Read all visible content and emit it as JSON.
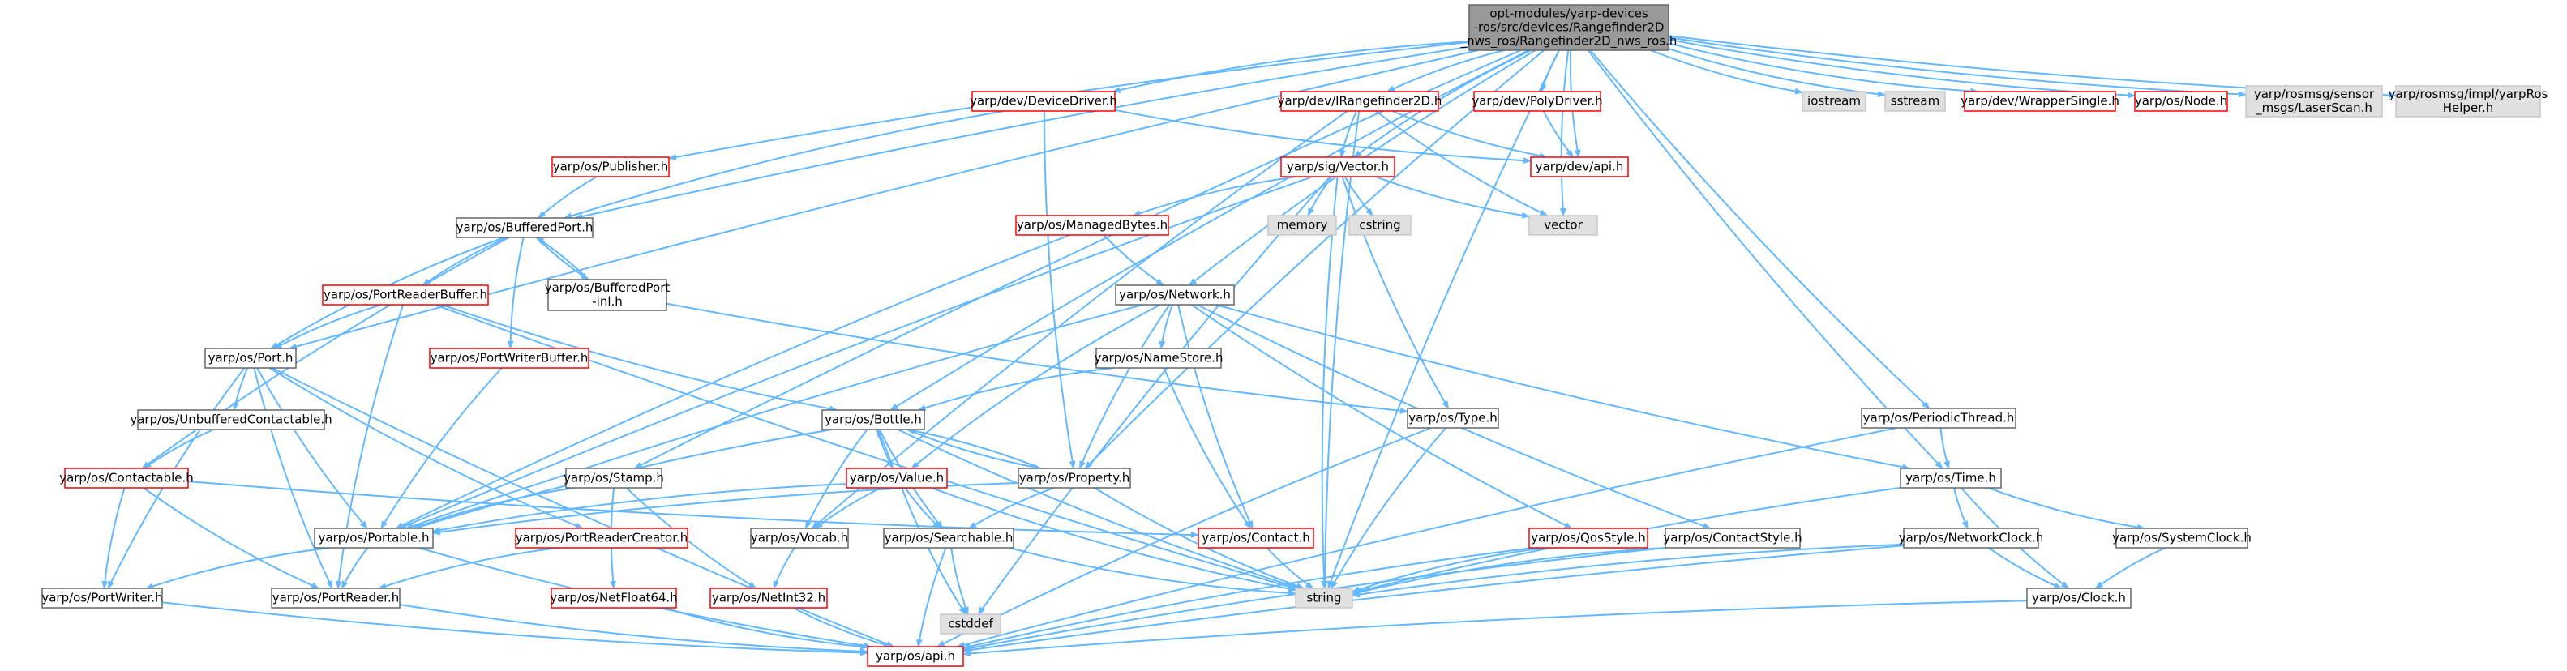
{
  "diagram": {
    "colors": {
      "edge": "#63b8ff",
      "normal_border": "#666666",
      "red_border": "#ff0000",
      "external_fill": "#e0e0e0",
      "root_fill": "#999999",
      "text": "#000000"
    },
    "nodes": [
      {
        "id": "root",
        "lines": [
          "opt-modules/yarp-devices",
          "-ros/src/devices/Rangefinder2D",
          "_nws_ros/Rangefinder2D_nws_ros.h"
        ],
        "style": "root"
      },
      {
        "id": "port",
        "lines": [
          "yarp/os/Port.h"
        ],
        "style": "normal"
      },
      {
        "id": "bufferedport",
        "lines": [
          "yarp/os/BufferedPort.h"
        ],
        "style": "normal"
      },
      {
        "id": "publisher",
        "lines": [
          "yarp/os/Publisher.h"
        ],
        "style": "red"
      },
      {
        "id": "stamp",
        "lines": [
          "yarp/os/Stamp.h"
        ],
        "style": "normal"
      },
      {
        "id": "bottle",
        "lines": [
          "yarp/os/Bottle.h"
        ],
        "style": "normal"
      },
      {
        "id": "property",
        "lines": [
          "yarp/os/Property.h"
        ],
        "style": "normal"
      },
      {
        "id": "devicedriver",
        "lines": [
          "yarp/dev/DeviceDriver.h"
        ],
        "style": "red"
      },
      {
        "id": "irangefinder",
        "lines": [
          "yarp/dev/IRangefinder2D.h"
        ],
        "style": "red"
      },
      {
        "id": "polydriver",
        "lines": [
          "yarp/dev/PolyDriver.h"
        ],
        "style": "red"
      },
      {
        "id": "devapi",
        "lines": [
          "yarp/dev/api.h"
        ],
        "style": "red"
      },
      {
        "id": "sigvector",
        "lines": [
          "yarp/sig/Vector.h"
        ],
        "style": "red"
      },
      {
        "id": "vector",
        "lines": [
          "vector"
        ],
        "style": "external"
      },
      {
        "id": "iostream",
        "lines": [
          "iostream"
        ],
        "style": "external"
      },
      {
        "id": "sstream",
        "lines": [
          "sstream"
        ],
        "style": "external"
      },
      {
        "id": "wrappersingle",
        "lines": [
          "yarp/dev/WrapperSingle.h"
        ],
        "style": "red"
      },
      {
        "id": "node",
        "lines": [
          "yarp/os/Node.h"
        ],
        "style": "red"
      },
      {
        "id": "laserscan",
        "lines": [
          "yarp/rosmsg/sensor",
          "_msgs/LaserScan.h"
        ],
        "style": "external"
      },
      {
        "id": "rosmsghelper",
        "lines": [
          "yarp/rosmsg/impl/yarpRos",
          "Helper.h"
        ],
        "style": "external"
      },
      {
        "id": "memory",
        "lines": [
          "memory"
        ],
        "style": "external"
      },
      {
        "id": "cstring",
        "lines": [
          "cstring"
        ],
        "style": "external"
      },
      {
        "id": "managedbytes",
        "lines": [
          "yarp/os/ManagedBytes.h"
        ],
        "style": "red"
      },
      {
        "id": "network",
        "lines": [
          "yarp/os/Network.h"
        ],
        "style": "normal"
      },
      {
        "id": "portreaderbuffer",
        "lines": [
          "yarp/os/PortReaderBuffer.h"
        ],
        "style": "red"
      },
      {
        "id": "bufferedportinl",
        "lines": [
          "yarp/os/BufferedPort",
          "-inl.h"
        ],
        "style": "normal"
      },
      {
        "id": "portwriterbuffer",
        "lines": [
          "yarp/os/PortWriterBuffer.h"
        ],
        "style": "red"
      },
      {
        "id": "namestore",
        "lines": [
          "yarp/os/NameStore.h"
        ],
        "style": "normal"
      },
      {
        "id": "type",
        "lines": [
          "yarp/os/Type.h"
        ],
        "style": "normal"
      },
      {
        "id": "periodicthread",
        "lines": [
          "yarp/os/PeriodicThread.h"
        ],
        "style": "normal"
      },
      {
        "id": "time",
        "lines": [
          "yarp/os/Time.h"
        ],
        "style": "normal"
      },
      {
        "id": "unbuffered",
        "lines": [
          "yarp/os/UnbufferedContactable.h"
        ],
        "style": "normal"
      },
      {
        "id": "contactable",
        "lines": [
          "yarp/os/Contactable.h"
        ],
        "style": "red"
      },
      {
        "id": "value",
        "lines": [
          "yarp/os/Value.h"
        ],
        "style": "red"
      },
      {
        "id": "portable",
        "lines": [
          "yarp/os/Portable.h"
        ],
        "style": "normal"
      },
      {
        "id": "portreadercreator",
        "lines": [
          "yarp/os/PortReaderCreator.h"
        ],
        "style": "red"
      },
      {
        "id": "vocab",
        "lines": [
          "yarp/os/Vocab.h"
        ],
        "style": "normal"
      },
      {
        "id": "searchable",
        "lines": [
          "yarp/os/Searchable.h"
        ],
        "style": "normal"
      },
      {
        "id": "contact",
        "lines": [
          "yarp/os/Contact.h"
        ],
        "style": "red"
      },
      {
        "id": "qosstyle",
        "lines": [
          "yarp/os/QosStyle.h"
        ],
        "style": "red"
      },
      {
        "id": "contactstyle",
        "lines": [
          "yarp/os/ContactStyle.h"
        ],
        "style": "normal"
      },
      {
        "id": "networkclock",
        "lines": [
          "yarp/os/NetworkClock.h"
        ],
        "style": "normal"
      },
      {
        "id": "systemclock",
        "lines": [
          "yarp/os/SystemClock.h"
        ],
        "style": "normal"
      },
      {
        "id": "portwriter",
        "lines": [
          "yarp/os/PortWriter.h"
        ],
        "style": "normal"
      },
      {
        "id": "portreader",
        "lines": [
          "yarp/os/PortReader.h"
        ],
        "style": "normal"
      },
      {
        "id": "netfloat64",
        "lines": [
          "yarp/os/NetFloat64.h"
        ],
        "style": "red"
      },
      {
        "id": "netint32",
        "lines": [
          "yarp/os/NetInt32.h"
        ],
        "style": "red"
      },
      {
        "id": "string",
        "lines": [
          "string"
        ],
        "style": "external"
      },
      {
        "id": "cstddef",
        "lines": [
          "cstddef"
        ],
        "style": "external"
      },
      {
        "id": "clock",
        "lines": [
          "yarp/os/Clock.h"
        ],
        "style": "normal"
      },
      {
        "id": "osapi",
        "lines": [
          "yarp/os/api.h"
        ],
        "style": "red"
      }
    ],
    "edges": [
      [
        "root",
        "port"
      ],
      [
        "root",
        "bufferedport"
      ],
      [
        "root",
        "publisher"
      ],
      [
        "root",
        "stamp"
      ],
      [
        "root",
        "bottle"
      ],
      [
        "root",
        "property"
      ],
      [
        "root",
        "devicedriver"
      ],
      [
        "root",
        "irangefinder"
      ],
      [
        "root",
        "polydriver"
      ],
      [
        "root",
        "devapi"
      ],
      [
        "root",
        "sigvector"
      ],
      [
        "root",
        "vector"
      ],
      [
        "root",
        "iostream"
      ],
      [
        "root",
        "sstream"
      ],
      [
        "root",
        "wrappersingle"
      ],
      [
        "root",
        "node"
      ],
      [
        "root",
        "laserscan"
      ],
      [
        "root",
        "rosmsghelper"
      ],
      [
        "root",
        "string"
      ],
      [
        "root",
        "network"
      ],
      [
        "root",
        "time"
      ],
      [
        "root",
        "periodicthread"
      ],
      [
        "devicedriver",
        "bufferedport"
      ],
      [
        "devicedriver",
        "devapi"
      ],
      [
        "devicedriver",
        "property"
      ],
      [
        "irangefinder",
        "devapi"
      ],
      [
        "irangefinder",
        "sigvector"
      ],
      [
        "irangefinder",
        "vector"
      ],
      [
        "irangefinder",
        "string"
      ],
      [
        "irangefinder",
        "vocab"
      ],
      [
        "polydriver",
        "devapi"
      ],
      [
        "publisher",
        "bufferedport"
      ],
      [
        "sigvector",
        "memory"
      ],
      [
        "sigvector",
        "cstring"
      ],
      [
        "sigvector",
        "vector"
      ],
      [
        "sigvector",
        "managedbytes"
      ],
      [
        "sigvector",
        "type"
      ],
      [
        "sigvector",
        "string"
      ],
      [
        "sigvector",
        "portable"
      ],
      [
        "sigvector",
        "cstddef"
      ],
      [
        "managedbytes",
        "network"
      ],
      [
        "managedbytes",
        "portable"
      ],
      [
        "bufferedport",
        "bufferedportinl"
      ],
      [
        "bufferedport",
        "port"
      ],
      [
        "bufferedport",
        "portreaderbuffer"
      ],
      [
        "bufferedport",
        "portwriterbuffer"
      ],
      [
        "bufferedport",
        "contactable"
      ],
      [
        "bufferedportinl",
        "bufferedport"
      ],
      [
        "bufferedportinl",
        "type"
      ],
      [
        "portreaderbuffer",
        "port"
      ],
      [
        "portreaderbuffer",
        "bottle"
      ],
      [
        "portreaderbuffer",
        "portreader"
      ],
      [
        "portreaderbuffer",
        "string"
      ],
      [
        "portwriterbuffer",
        "portable"
      ],
      [
        "port",
        "unbuffered"
      ],
      [
        "port",
        "portable"
      ],
      [
        "port",
        "portreadercreator"
      ],
      [
        "port",
        "portwriter"
      ],
      [
        "port",
        "portreader"
      ],
      [
        "port",
        "osapi"
      ],
      [
        "unbuffered",
        "contactable"
      ],
      [
        "contactable",
        "portwriter"
      ],
      [
        "contactable",
        "portreader"
      ],
      [
        "contactable",
        "contact"
      ],
      [
        "network",
        "namestore"
      ],
      [
        "network",
        "property"
      ],
      [
        "network",
        "portable"
      ],
      [
        "network",
        "contact"
      ],
      [
        "network",
        "qosstyle"
      ],
      [
        "network",
        "contactstyle"
      ],
      [
        "network",
        "time"
      ],
      [
        "network",
        "value"
      ],
      [
        "namestore",
        "bottle"
      ],
      [
        "namestore",
        "contact"
      ],
      [
        "type",
        "string"
      ],
      [
        "type",
        "osapi"
      ],
      [
        "bottle",
        "property"
      ],
      [
        "bottle",
        "value"
      ],
      [
        "bottle",
        "portable"
      ],
      [
        "bottle",
        "searchable"
      ],
      [
        "bottle",
        "vocab"
      ],
      [
        "bottle",
        "string"
      ],
      [
        "property",
        "bottle"
      ],
      [
        "property",
        "portable"
      ],
      [
        "property",
        "searchable"
      ],
      [
        "property",
        "string"
      ],
      [
        "value",
        "bottle"
      ],
      [
        "value",
        "portable"
      ],
      [
        "value",
        "searchable"
      ],
      [
        "value",
        "vocab"
      ],
      [
        "value",
        "string"
      ],
      [
        "value",
        "cstddef"
      ],
      [
        "stamp",
        "portable"
      ],
      [
        "stamp",
        "netfloat64"
      ],
      [
        "stamp",
        "netint32"
      ],
      [
        "portable",
        "portwriter"
      ],
      [
        "portable",
        "portreader"
      ],
      [
        "portable",
        "osapi"
      ],
      [
        "portreadercreator",
        "portreader"
      ],
      [
        "vocab",
        "netint32"
      ],
      [
        "searchable",
        "string"
      ],
      [
        "searchable",
        "cstddef"
      ],
      [
        "searchable",
        "osapi"
      ],
      [
        "contact",
        "string"
      ],
      [
        "qosstyle",
        "string"
      ],
      [
        "qosstyle",
        "osapi"
      ],
      [
        "contactstyle",
        "string"
      ],
      [
        "contactstyle",
        "osapi"
      ],
      [
        "periodicthread",
        "time"
      ],
      [
        "periodicthread",
        "osapi"
      ],
      [
        "time",
        "networkclock"
      ],
      [
        "time",
        "systemclock"
      ],
      [
        "time",
        "clock"
      ],
      [
        "time",
        "string"
      ],
      [
        "networkclock",
        "clock"
      ],
      [
        "networkclock",
        "string"
      ],
      [
        "networkclock",
        "osapi"
      ],
      [
        "systemclock",
        "clock"
      ],
      [
        "clock",
        "osapi"
      ],
      [
        "portwriter",
        "osapi"
      ],
      [
        "portreader",
        "osapi"
      ],
      [
        "netfloat64",
        "osapi"
      ],
      [
        "netint32",
        "osapi"
      ]
    ]
  }
}
